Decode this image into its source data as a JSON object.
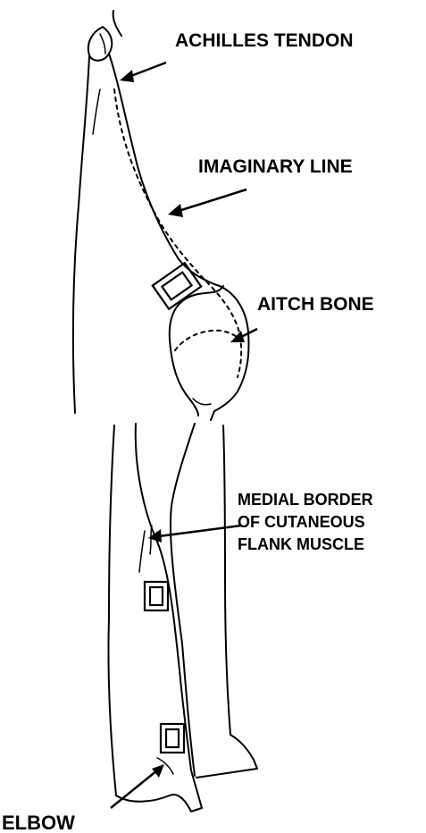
{
  "labels": {
    "achilles_tendon": "ACHILLES TENDON",
    "imaginary_line": "IMAGINARY LINE",
    "aitch_bone": "AITCH BONE",
    "medial_border_line1": "MEDIAL BORDER",
    "medial_border_line2": "OF CUTANEOUS",
    "medial_border_line3": "FLANK MUSCLE",
    "elbow": "ELBOW"
  },
  "colors": {
    "ink": "#000000",
    "background": "#ffffff"
  }
}
